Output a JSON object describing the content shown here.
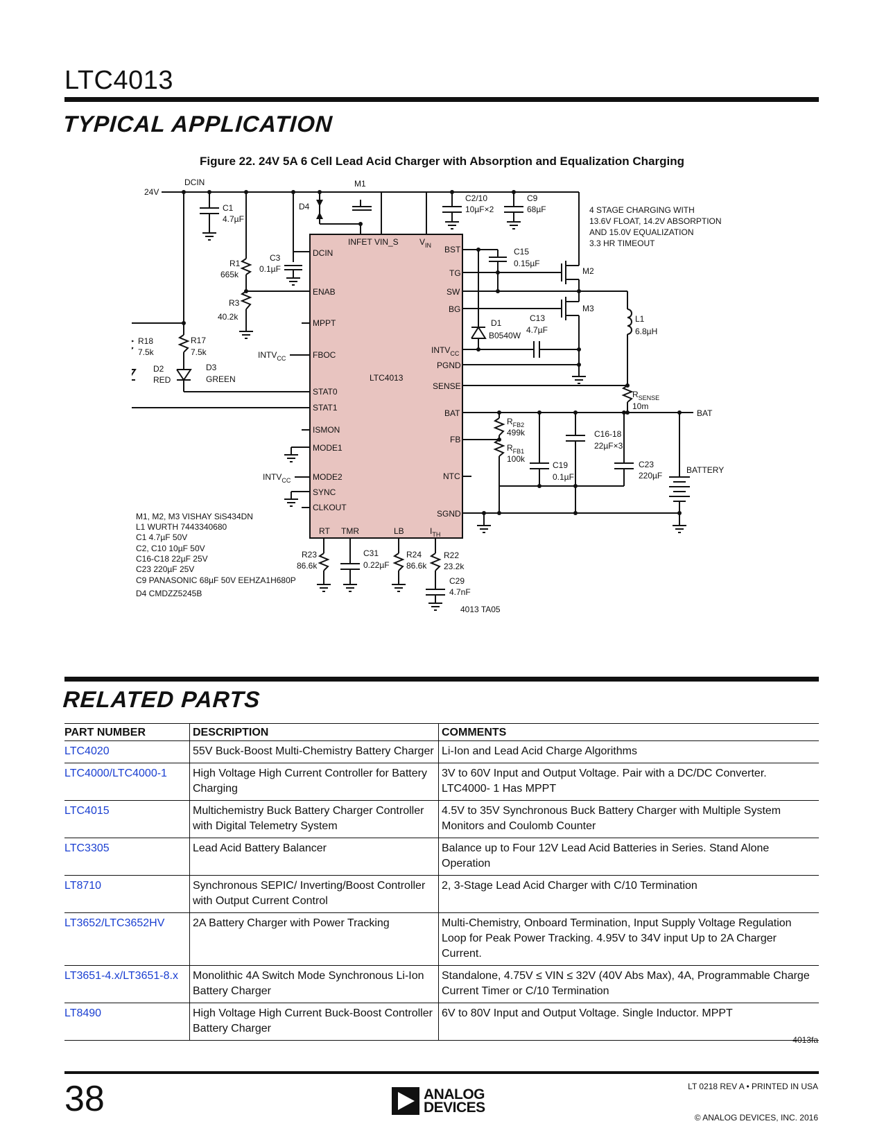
{
  "header": {
    "doc_title": "LTC4013"
  },
  "typical_application": {
    "heading": "TYPICAL APPLICATION",
    "figure_caption": "Figure 22. 24V 5A 6 Cell Lead Acid Charger with Absorption and Equalization Charging",
    "schematic": {
      "in_24v": "24V",
      "dcin_net": "DCIN",
      "m1": "M1",
      "d4": "D4",
      "c1": "C1",
      "c1_val": "4.7µF",
      "c2": "C2/10",
      "c2_val": "10µF×2",
      "c9": "C9",
      "c9_val": "68µF",
      "note1": "4 STAGE CHARGING WITH",
      "note2": "13.6V FLOAT, 14.2V ABSORPTION",
      "note3": "AND 15.0V EQUALIZATION",
      "note4": "3.3 HR TIMEOUT",
      "r1": "R1",
      "r1_val": "665k",
      "c3": "C3",
      "c3_val": "0.1µF",
      "r3": "R3",
      "r3_val": "40.2k",
      "r18": "R18",
      "r18_val": "7.5k",
      "r17": "R17",
      "r17_val": "7.5k",
      "d2": "D2",
      "d2_val": "RED",
      "d3": "D3",
      "d3_val": "GREEN",
      "intvcc_a": "INTV",
      "intvcc_sub": "CC",
      "ic_name": "LTC4013",
      "pin_dcin": "DCIN",
      "pin_enab": "ENAB",
      "pin_mppt": "MPPT",
      "pin_fboc": "FBOC",
      "pin_stat0": "STAT0",
      "pin_stat1": "STAT1",
      "pin_ismon": "ISMON",
      "pin_mode1": "MODE1",
      "pin_mode2": "MODE2",
      "pin_sync": "SYNC",
      "pin_clkout": "CLKOUT",
      "pin_infet": "INFET",
      "pin_vins": "VIN_S",
      "pin_vin": "V",
      "pin_vin_sub": "IN",
      "pin_bst": "BST",
      "pin_tg": "TG",
      "pin_sw": "SW",
      "pin_bg": "BG",
      "pin_intvcc": "INTV",
      "pin_intvcc_sub": "CC",
      "pin_pgnd": "PGND",
      "pin_sense": "SENSE",
      "pin_bat": "BAT",
      "pin_fb": "FB",
      "pin_ntc": "NTC",
      "pin_sgnd": "SGND",
      "pin_rt": "RT",
      "pin_tmr": "TMR",
      "pin_lb": "LB",
      "pin_ith": "I",
      "pin_ith_sub": "TH",
      "c15": "C15",
      "c15_val": "0.15µF",
      "m2": "M2",
      "m3": "M3",
      "l1": "L1",
      "l1_val": "6.8µH",
      "d1": "D1",
      "d1_val": "B0540W",
      "c13": "C13",
      "c13_val": "4.7µF",
      "rsense": "R",
      "rsense_sub": "SENSE",
      "rsense_val": "10m",
      "bat_out": "BAT",
      "rfb2": "R",
      "rfb2_sub": "FB2",
      "rfb2_val": "499k",
      "rfb1": "R",
      "rfb1_sub": "FB1",
      "rfb1_val": "100k",
      "c16": "C16-18",
      "c16_val": "22µF×3",
      "c19": "C19",
      "c19_val": "0.1µF",
      "c23": "C23",
      "c23_val": "220µF",
      "battery": "BATTERY",
      "r23": "R23",
      "r23_val": "86.6k",
      "c31": "C31",
      "c31_val": "0.22µF",
      "r24": "R24",
      "r24_val": "86.6k",
      "r22": "R22",
      "r22_val": "23.2k",
      "c29": "C29",
      "c29_val": "4.7nF",
      "drawing_code": "4013 TA05",
      "bom": [
        "M1, M2, M3 VISHAY SiS434DN",
        "L1 WURTH 7443340680",
        "C1 4.7µF 50V",
        "C2, C10 10µF 50V",
        "C16-C18 22µF 25V",
        "C23 220µF 25V",
        "C9 PANASONIC 68µF 50V EEHZA1H680P",
        "D4 CMDZZ5245B"
      ]
    }
  },
  "related_parts": {
    "heading": "RELATED PARTS",
    "columns": [
      "PART NUMBER",
      "DESCRIPTION",
      "COMMENTS"
    ],
    "rows": [
      [
        "LTC4020",
        "55V Buck-Boost Multi-Chemistry Battery Charger",
        "Li-Ion and Lead Acid Charge Algorithms"
      ],
      [
        "LTC4000/LTC4000-1",
        "High Voltage High Current Controller for Battery Charging",
        "3V to 60V Input and Output Voltage. Pair with a DC/DC Converter. LTC4000- 1 Has MPPT"
      ],
      [
        "LTC4015",
        "Multichemistry Buck Battery Charger Controller with Digital Telemetry System",
        "4.5V to 35V Synchronous Buck Battery Charger with Multiple System Monitors and Coulomb Counter"
      ],
      [
        "LTC3305",
        "Lead Acid Battery Balancer",
        "Balance up to Four 12V Lead Acid Batteries in Series. Stand Alone Operation"
      ],
      [
        "LT8710",
        "Synchronous SEPIC/ Inverting/Boost Controller with Output Current Control",
        "2, 3-Stage Lead Acid Charger with C/10 Termination"
      ],
      [
        "LT3652/LTC3652HV",
        " 2A Battery Charger with Power Tracking",
        "Multi-Chemistry, Onboard Termination, Input Supply Voltage Regulation Loop for Peak Power Tracking. 4.95V to 34V input Up to 2A Charger Current."
      ],
      [
        "LT3651-4.x/LT3651-8.x",
        "Monolithic 4A Switch Mode Synchronous Li-Ion Battery Charger",
        "Standalone, 4.75V ≤ VIN ≤ 32V (40V Abs Max),  4A, Programmable Charge Current Timer or C/10 Termination"
      ],
      [
        "LT8490",
        "High Voltage High Current Buck-Boost Controller Battery Charger",
        "6V to 80V Input and Output Voltage. Single Inductor. MPPT"
      ]
    ]
  },
  "footer": {
    "doc_code": "4013fa",
    "page_number": "38",
    "revision": "LT 0218 REV A • PRINTED IN USA",
    "copyright": "© ANALOG DEVICES, INC. 2016",
    "logo_line1": "ANALOG",
    "logo_line2": "DEVICES"
  },
  "colors": {
    "ic_body": "#e8c4c0",
    "link": "#1a3fd1"
  }
}
